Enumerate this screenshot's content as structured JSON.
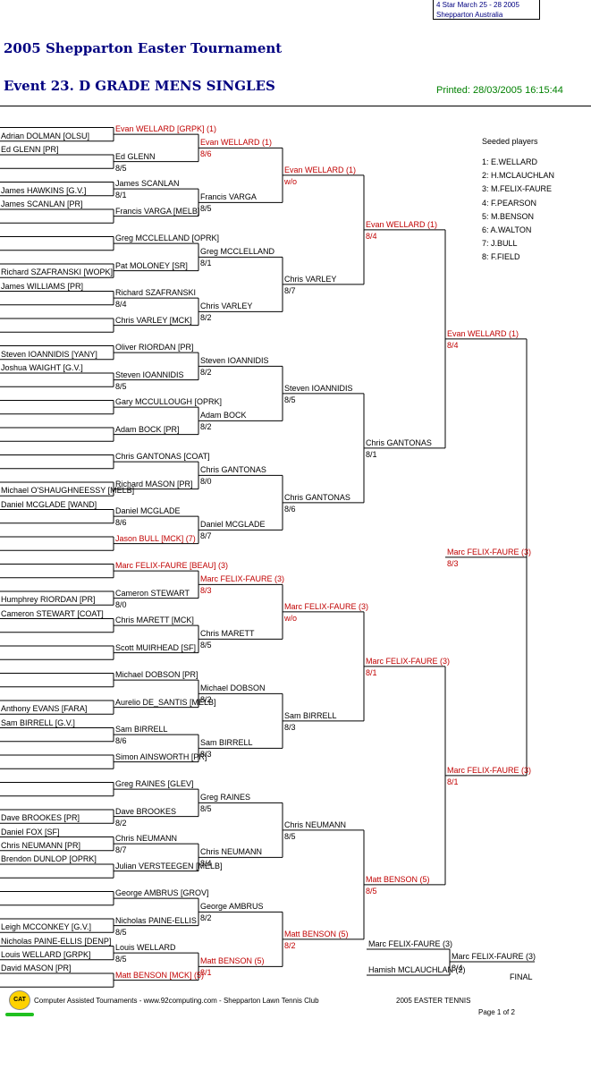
{
  "header": {
    "info_line1": "4 Star   March 25 - 28 2005",
    "info_line2": "Shepparton    Australia",
    "tournament": "2005 Shepparton Easter Tournament",
    "event": "Event 23. D GRADE MENS SINGLES",
    "printed": "Printed: 28/03/2005 16:15:44"
  },
  "seeds": {
    "title": "Seeded players",
    "list": [
      "1: E.WELLARD",
      "2: H.MCLAUCHLAN",
      "3: M.FELIX-FAURE",
      "4: F.PEARSON",
      "5: M.BENSON",
      "6: A.WALTON",
      "7: J.BULL",
      "8: F.FIELD"
    ]
  },
  "round0": [
    {
      "name": "Adrian DOLMAN [OLSU]",
      "score": "",
      "red": false
    },
    {
      "name": "Ed GLENN [PR]",
      "score": "",
      "red": false
    },
    {
      "name": "James HAWKINS [G.V.]",
      "score": "",
      "red": false
    },
    {
      "name": "James SCANLAN [PR]",
      "score": "",
      "red": false
    },
    {
      "name": "Richard SZAFRANSKI [WOPK]",
      "score": "",
      "red": false
    },
    {
      "name": "James WILLIAMS [PR]",
      "score": "",
      "red": false
    },
    {
      "name": "Steven IOANNIDIS [YANY]",
      "score": "",
      "red": false
    },
    {
      "name": "Joshua WAIGHT [G.V.]",
      "score": "",
      "red": false
    },
    {
      "name": "Michael O'SHAUGHNEESSY [MELB]",
      "score": "",
      "red": false
    },
    {
      "name": "Daniel MCGLADE [WAND]",
      "score": "",
      "red": false
    },
    {
      "name": "Humphrey RIORDAN [PR]",
      "score": "",
      "red": false
    },
    {
      "name": "Cameron STEWART [COAT]",
      "score": "",
      "red": false
    },
    {
      "name": "Anthony EVANS [FARA]",
      "score": "",
      "red": false
    },
    {
      "name": "Sam BIRRELL [G.V.]",
      "score": "",
      "red": false
    },
    {
      "name": "Dave BROOKES [PR]",
      "score": "",
      "red": false
    },
    {
      "name": "Daniel FOX [SF]",
      "score": "",
      "red": false
    },
    {
      "name": "Chris NEUMANN [PR]",
      "score": "",
      "red": false
    },
    {
      "name": "Brendon DUNLOP [OPRK]",
      "score": "",
      "red": false
    },
    {
      "name": "Leigh MCCONKEY [G.V.]",
      "score": "",
      "red": false
    },
    {
      "name": "Nicholas PAINE-ELLIS [DENP]",
      "score": "",
      "red": false
    },
    {
      "name": "Louis WELLARD [GRPK]",
      "score": "",
      "red": false
    },
    {
      "name": "David MASON [PR]",
      "score": "",
      "red": false
    }
  ],
  "round1": [
    {
      "name": "Evan WELLARD [GRPK] (1)",
      "score": "",
      "red": true
    },
    {
      "name": "Ed GLENN",
      "score": "8/5",
      "red": false
    },
    {
      "name": "James SCANLAN",
      "score": "8/1",
      "red": false
    },
    {
      "name": "Francis VARGA [MELB]",
      "score": "",
      "red": false
    },
    {
      "name": "Greg MCCLELLAND [OPRK]",
      "score": "",
      "red": false
    },
    {
      "name": "Pat MOLONEY [SR]",
      "score": "",
      "red": false
    },
    {
      "name": "Richard SZAFRANSKI",
      "score": "8/4",
      "red": false
    },
    {
      "name": "Chris VARLEY [MCK]",
      "score": "",
      "red": false
    },
    {
      "name": "Oliver RIORDAN [PR]",
      "score": "",
      "red": false
    },
    {
      "name": "Steven IOANNIDIS",
      "score": "8/5",
      "red": false
    },
    {
      "name": "Gary MCCULLOUGH [OPRK]",
      "score": "",
      "red": false
    },
    {
      "name": "Adam BOCK [PR]",
      "score": "",
      "red": false
    },
    {
      "name": "Chris GANTONAS [COAT]",
      "score": "",
      "red": false
    },
    {
      "name": "Richard MASON [PR]",
      "score": "",
      "red": false
    },
    {
      "name": "Daniel MCGLADE",
      "score": "8/6",
      "red": false
    },
    {
      "name": "Jason BULL [MCK] (7)",
      "score": "",
      "red": true
    },
    {
      "name": "Marc FELIX-FAURE [BEAU] (3)",
      "score": "",
      "red": true
    },
    {
      "name": "Cameron STEWART",
      "score": "8/0",
      "red": false
    },
    {
      "name": "Chris MARETT [MCK]",
      "score": "",
      "red": false
    },
    {
      "name": "Scott MUIRHEAD [SF]",
      "score": "",
      "red": false
    },
    {
      "name": "Michael DOBSON [PR]",
      "score": "",
      "red": false
    },
    {
      "name": "Aurelio DE_SANTIS [MELB]",
      "score": "",
      "red": false
    },
    {
      "name": "Sam BIRRELL",
      "score": "8/6",
      "red": false
    },
    {
      "name": "Simon AINSWORTH [PR]",
      "score": "",
      "red": false
    },
    {
      "name": "Greg RAINES [GLEV]",
      "score": "",
      "red": false
    },
    {
      "name": "Dave BROOKES",
      "score": "8/2",
      "red": false
    },
    {
      "name": "Chris NEUMANN",
      "score": "8/7",
      "red": false
    },
    {
      "name": "Julian VERSTEEGEN [MELB]",
      "score": "",
      "red": false
    },
    {
      "name": "George AMBRUS [GROV]",
      "score": "",
      "red": false
    },
    {
      "name": "Nicholas PAINE-ELLIS",
      "score": "8/5",
      "red": false
    },
    {
      "name": "Louis WELLARD",
      "score": "8/5",
      "red": false
    },
    {
      "name": "Matt BENSON [MCK] (5)",
      "score": "",
      "red": true
    }
  ],
  "round2": [
    {
      "name": "Evan WELLARD (1)",
      "score": "8/6",
      "red": true
    },
    {
      "name": "Francis VARGA",
      "score": "8/5",
      "red": false
    },
    {
      "name": "Greg MCCLELLAND",
      "score": "8/1",
      "red": false
    },
    {
      "name": "Chris VARLEY",
      "score": "8/2",
      "red": false
    },
    {
      "name": "Steven IOANNIDIS",
      "score": "8/2",
      "red": false
    },
    {
      "name": "Adam BOCK",
      "score": "8/2",
      "red": false
    },
    {
      "name": "Chris GANTONAS",
      "score": "8/0",
      "red": false
    },
    {
      "name": "Daniel MCGLADE",
      "score": "8/7",
      "red": false
    },
    {
      "name": "Marc FELIX-FAURE (3)",
      "score": "8/3",
      "red": true
    },
    {
      "name": "Chris MARETT",
      "score": "8/5",
      "red": false
    },
    {
      "name": "Michael DOBSON",
      "score": "8/2",
      "red": false
    },
    {
      "name": "Sam BIRRELL",
      "score": "8/3",
      "red": false
    },
    {
      "name": "Greg RAINES",
      "score": "8/5",
      "red": false
    },
    {
      "name": "Chris NEUMANN",
      "score": "8/4",
      "red": false
    },
    {
      "name": "George AMBRUS",
      "score": "8/2",
      "red": false
    },
    {
      "name": "Matt BENSON (5)",
      "score": "8/1",
      "red": true
    }
  ],
  "round3": [
    {
      "name": "Evan WELLARD (1)",
      "score": "w/o",
      "red": true
    },
    {
      "name": "Chris VARLEY",
      "score": "8/7",
      "red": false
    },
    {
      "name": "Steven IOANNIDIS",
      "score": "8/5",
      "red": false
    },
    {
      "name": "Chris GANTONAS",
      "score": "8/6",
      "red": false
    },
    {
      "name": "Marc FELIX-FAURE (3)",
      "score": "w/o",
      "red": true
    },
    {
      "name": "Sam BIRRELL",
      "score": "8/3",
      "red": false
    },
    {
      "name": "Chris NEUMANN",
      "score": "8/5",
      "red": false
    },
    {
      "name": "Matt BENSON (5)",
      "score": "8/2",
      "red": true
    }
  ],
  "round4": [
    {
      "name": "Evan WELLARD (1)",
      "score": "8/4",
      "red": true
    },
    {
      "name": "Chris GANTONAS",
      "score": "8/1",
      "red": false
    },
    {
      "name": "Marc FELIX-FAURE (3)",
      "score": "8/1",
      "red": true
    },
    {
      "name": "Matt BENSON (5)",
      "score": "8/5",
      "red": true
    }
  ],
  "round5": [
    {
      "name": "Evan WELLARD (1)",
      "score": "8/4",
      "red": true
    },
    {
      "name": "Marc FELIX-FAURE (3)",
      "score": "8/1",
      "red": true
    }
  ],
  "semi": {
    "name": "Marc FELIX-FAURE (3)",
    "score": "8/3",
    "red": true
  },
  "final_box": {
    "player1": "Marc FELIX-FAURE (3)",
    "player2": "Hamish MCLAUCHLAN (2)",
    "winner": "Marc FELIX-FAURE (3)",
    "winner_score": "8/4",
    "label": "FINAL"
  },
  "footer": {
    "logo": "CAT",
    "text": "Computer Assisted Tournaments - www.92computing.com -   Shepparton Lawn Tennis Club",
    "event": "2005 EASTER TENNIS",
    "page": "Page 1 of 2"
  }
}
